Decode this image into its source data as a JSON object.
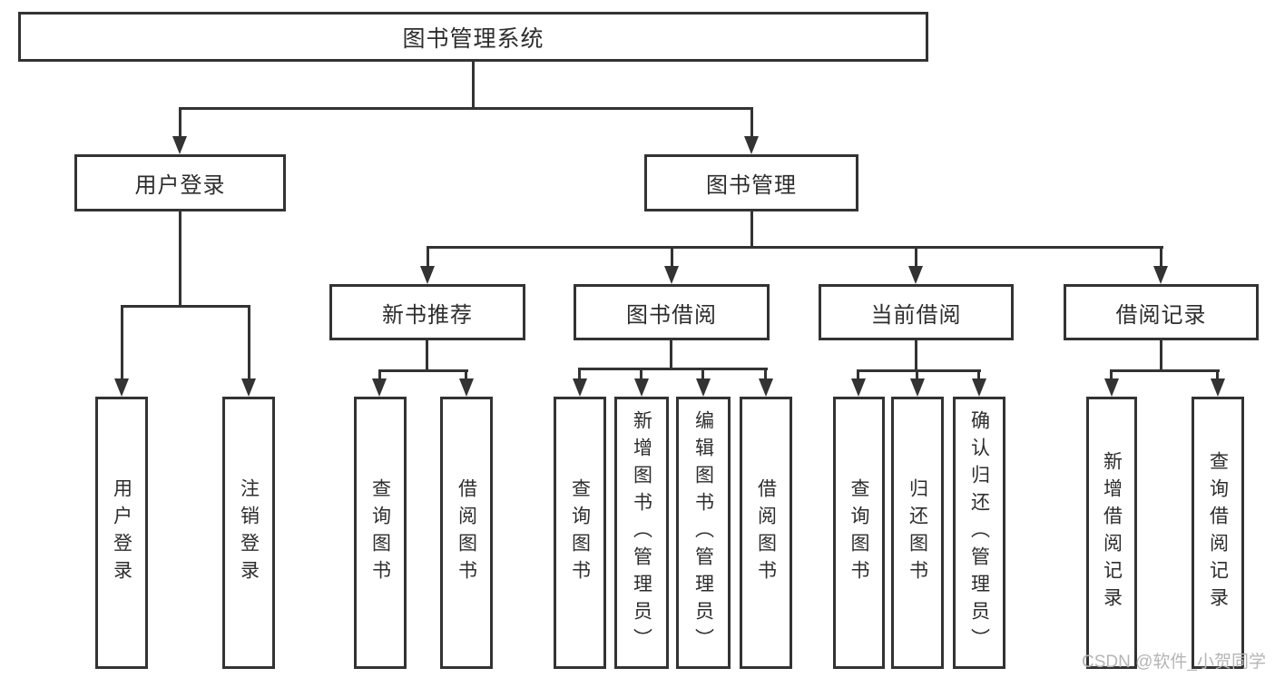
{
  "colors": {
    "line": "#333333",
    "text": "#2d2d2d",
    "background": "#ffffff",
    "box_background": "#ffffff",
    "watermark": "#b5b5b5"
  },
  "watermark": {
    "text": "CSDN @软件_小贺同学"
  },
  "tree": {
    "label": "图书管理系统",
    "children": [
      {
        "label": "用户登录",
        "children": [
          {
            "label": "用户登录"
          },
          {
            "label": "注销登录"
          }
        ]
      },
      {
        "label": "图书管理",
        "children": [
          {
            "label": "新书推荐",
            "children": [
              {
                "label": "查询图书"
              },
              {
                "label": "借阅图书"
              }
            ]
          },
          {
            "label": "图书借阅",
            "children": [
              {
                "label": "查询图书"
              },
              {
                "label": "新增图书（管理员）"
              },
              {
                "label": "编辑图书（管理员）"
              },
              {
                "label": "借阅图书"
              }
            ]
          },
          {
            "label": "当前借阅",
            "children": [
              {
                "label": "查询图书"
              },
              {
                "label": "归还图书"
              },
              {
                "label": "确认归还（管理员）"
              }
            ]
          },
          {
            "label": "借阅记录",
            "children": [
              {
                "label": "新增借阅记录"
              },
              {
                "label": "查询借阅记录"
              }
            ]
          }
        ]
      }
    ]
  }
}
